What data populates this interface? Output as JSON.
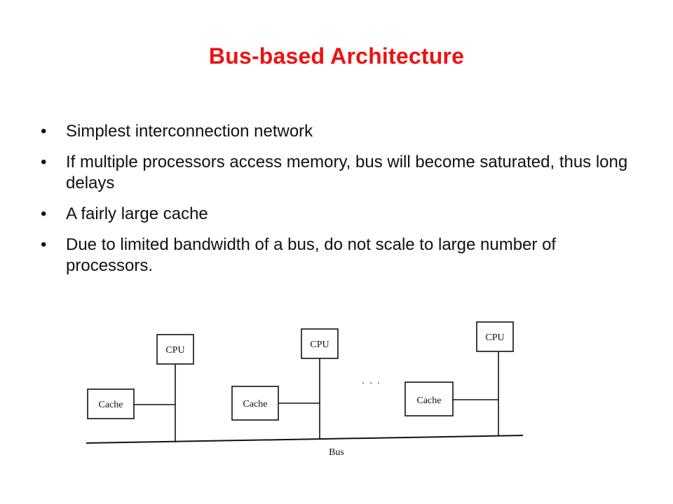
{
  "slide": {
    "title": "Bus-based Architecture",
    "bullet_symbol": "•",
    "bullets": [
      "Simplest interconnection network",
      "If multiple processors access memory, bus will become saturated, thus long delays",
      "A fairly large cache",
      "Due to limited bandwidth of a bus, do not scale to large number of processors."
    ]
  },
  "diagram": {
    "cpu_label": "CPU",
    "cache_label": "Cache",
    "bus_label": "Bus",
    "ellipsis": ". . .",
    "nodes": [
      {
        "cpu": "CPU",
        "cache": "Cache"
      },
      {
        "cpu": "CPU",
        "cache": "Cache"
      },
      {
        "cpu": "CPU",
        "cache": "Cache"
      }
    ]
  },
  "colors": {
    "title": "#ee1111",
    "text": "#111111"
  }
}
